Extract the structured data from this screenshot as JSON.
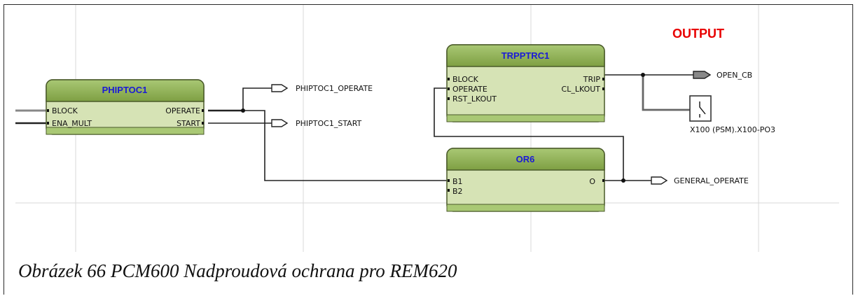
{
  "diagram": {
    "section_label": "OUTPUT",
    "blocks": {
      "phiptoc": {
        "title": "PHIPTOC1",
        "in1": "BLOCK",
        "in2": "ENA_MULT",
        "out1": "OPERATE",
        "out2": "START"
      },
      "trpptrc": {
        "title": "TRPPTRC1",
        "in1": "BLOCK",
        "in2": "OPERATE",
        "in3": "RST_LKOUT",
        "out1": "TRIP",
        "out2": "CL_LKOUT"
      },
      "or6": {
        "title": "OR6",
        "in1": "B1",
        "in2": "B2",
        "out1": "O"
      }
    },
    "signals": {
      "phiptoc_operate": "PHIPTOC1_OPERATE",
      "phiptoc_start": "PHIPTOC1_START",
      "open_cb": "OPEN_CB",
      "general_operate": "GENERAL_OPERATE",
      "relay_output": "X100 (PSM).X100-PO3"
    },
    "colors": {
      "block_header": "#8fb24f",
      "block_body": "#d6e3b5",
      "block_title": "#1a1ad6",
      "output_label": "#e80000"
    }
  },
  "caption": "Obrázek 66 PCM600 Nadproudová ochrana pro REM620"
}
